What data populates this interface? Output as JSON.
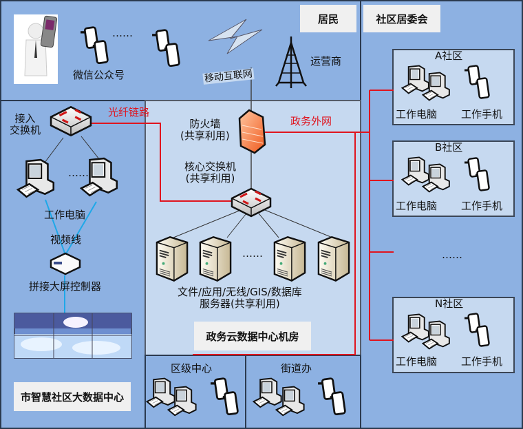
{
  "diagram": {
    "regions": {
      "residents": {
        "title": "居民",
        "wechat_label": "微信公众号",
        "ellipsis": "……",
        "mobile_internet_label": "移动互联网",
        "operator_label": "运营商"
      },
      "community_committee": {
        "title": "社区居委会",
        "ellipsis": "……",
        "communities": [
          {
            "name": "A社区",
            "pc_label": "工作电脑",
            "phone_label": "工作手机"
          },
          {
            "name": "B社区",
            "pc_label": "工作电脑",
            "phone_label": "工作手机"
          },
          {
            "name": "N社区",
            "pc_label": "工作电脑",
            "phone_label": "工作手机"
          }
        ]
      },
      "city_center": {
        "title": "市智慧社区大数据中心",
        "access_switch_label": "接入\n交换机",
        "ellipsis": "……",
        "pc_label": "工作电脑",
        "video_line_label": "视频线",
        "controller_label": "拼接大屏控制器"
      },
      "gov_cloud": {
        "title": "政务云数据中心机房",
        "firewall_label": "防火墙\n(共享利用)",
        "core_switch_label": "核心交换机\n(共享利用)",
        "servers_label": "文件/应用/无线/GIS/数据库\n服务器(共享利用)",
        "ellipsis": "……"
      },
      "district_center": {
        "title": "区级中心"
      },
      "street_office": {
        "title": "街道办"
      }
    },
    "links": {
      "fiber_label": "光纤链路",
      "gov_extranet_label": "政务外网"
    },
    "colors": {
      "outer_region": "#8db1e2",
      "inner_region": "#c6d9f0",
      "fiber_link": "#e0141e",
      "video_cable": "#1ea8e8",
      "title_box": "#f0f0f0",
      "border": "#2b3a4f"
    }
  }
}
